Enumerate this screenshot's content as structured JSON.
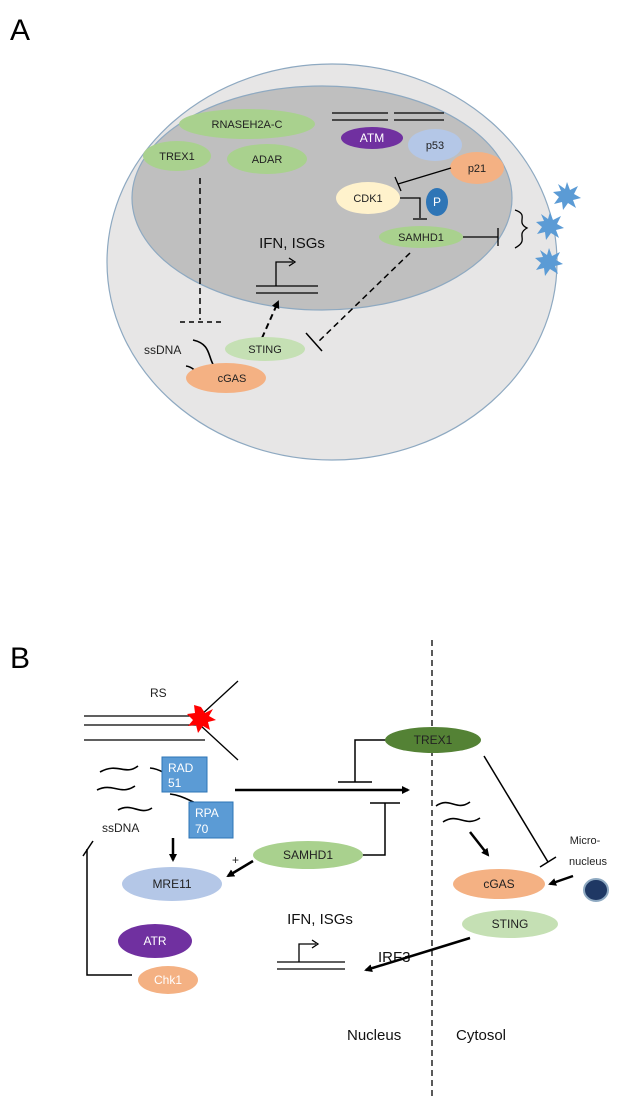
{
  "panel_a": {
    "letter": "A",
    "labels": {
      "rnaseh2": "RNASEH2A-C",
      "trex1": "TREX1",
      "adar": "ADAR",
      "atm": "ATM",
      "p53": "p53",
      "p21": "p21",
      "cdk1": "CDK1",
      "p": "P",
      "samhd1": "SAMHD1",
      "ifn": "IFN, ISGs",
      "ssdna": "ssDNA",
      "sting": "STING",
      "cgas": "cGAS"
    }
  },
  "panel_b": {
    "letter": "B",
    "labels": {
      "rs": "RS",
      "rad51": [
        "RAD",
        "51"
      ],
      "rpa70": [
        "RPA",
        "70"
      ],
      "ssdna": "ssDNA",
      "mre11": "MRE11",
      "atr": "ATR",
      "chk1": "Chk1",
      "samhd1": "SAMHD1",
      "plus": "+",
      "trex1": "TREX1",
      "ifn": "IFN, ISGs",
      "irf3": "IRF3",
      "cgas": "cGAS",
      "sting": "STING",
      "micronucleus": [
        "Micro-",
        "nucleus"
      ],
      "nucleus": "Nucleus",
      "cytosol": "Cytosol"
    }
  },
  "colors": {
    "green": "#a9d18e",
    "light_green": "#c5e0b4",
    "dark_green": "#548235",
    "purple": "#7030a0",
    "light_blue": "#b4c7e7",
    "orange": "#f4b183",
    "cream": "#fff2cc",
    "blue": "#5b9bd5",
    "box_blue": "#5b9bd5",
    "navy": "#1f3864",
    "cell": "#e7e6e6",
    "nucleus": "#bfbfbf",
    "red": "#ff0000"
  }
}
